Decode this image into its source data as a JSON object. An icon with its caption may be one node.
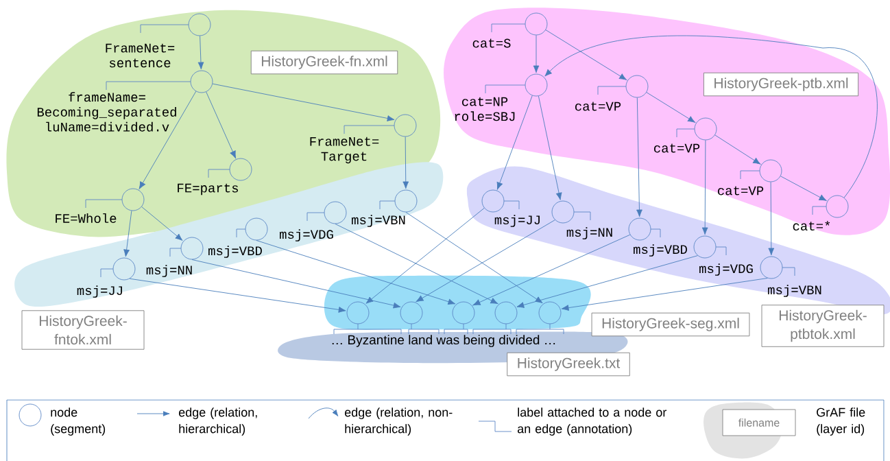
{
  "diagram": {
    "nodes": [
      {
        "text": [],
        "shape": "cloud"
      },
      {
        "text": [],
        "shape": "cloud"
      },
      {
        "text": [],
        "shape": "cloud"
      },
      {
        "text": [],
        "shape": "cloud"
      },
      {
        "text": [],
        "shape": "cloud"
      },
      {
        "text": [],
        "shape": "cloud"
      },
      {
        "text": [],
        "shape": "circle",
        "in": 0,
        "beside": [
          "FrameNet= sentence"
        ]
      },
      {
        "text": [],
        "shape": "circle",
        "in": 0,
        "beside": [
          "frameName= Becoming_separated luName=divided.v"
        ]
      },
      {
        "text": [],
        "shape": "circle",
        "in": 0,
        "beside": [
          "FrameNet= Target"
        ]
      },
      {
        "text": [],
        "shape": "circle",
        "in": 0,
        "beside": [
          "FE=parts"
        ]
      },
      {
        "text": [],
        "shape": "circle",
        "in": 0,
        "beside": [
          "FE=Whole"
        ]
      },
      {
        "text": [
          "HistoryGreek-fn.xml"
        ],
        "in": 0
      },
      {
        "text": [],
        "shape": "circle",
        "in": 1,
        "beside": [
          "cat=S"
        ]
      },
      {
        "text": [],
        "shape": "circle",
        "in": 1,
        "beside": [
          "cat=NP role=SBJ"
        ]
      },
      {
        "text": [],
        "shape": "circle",
        "in": 1,
        "beside": [
          "cat=VP"
        ]
      },
      {
        "text": [],
        "shape": "circle",
        "in": 1,
        "beside": [
          "cat=VP"
        ]
      },
      {
        "text": [],
        "shape": "circle",
        "in": 1,
        "beside": [
          "cat=VP"
        ]
      },
      {
        "text": [],
        "shape": "circle",
        "in": 1,
        "beside": [
          "cat=*"
        ]
      },
      {
        "text": [
          "HistoryGreek-ptb.xml"
        ],
        "in": 1
      },
      {
        "text": [],
        "shape": "circle",
        "in": 2,
        "beside": [
          "msj=VBN"
        ]
      },
      {
        "text": [],
        "shape": "circle",
        "in": 2,
        "beside": [
          "msj=VDG"
        ]
      },
      {
        "text": [],
        "shape": "circle",
        "in": 2,
        "beside": [
          "msj=VBD"
        ]
      },
      {
        "text": [],
        "shape": "circle",
        "in": 2,
        "beside": [
          "msj=NN"
        ]
      },
      {
        "text": [],
        "shape": "circle",
        "in": 2,
        "beside": [
          "msj=JJ"
        ]
      },
      {
        "text": [
          "HistoryGreek-fntok.xml"
        ]
      },
      {
        "text": [],
        "shape": "circle",
        "in": 3,
        "beside": [
          "msj=JJ"
        ]
      },
      {
        "text": [],
        "shape": "circle",
        "in": 3,
        "beside": [
          "msj=NN"
        ]
      },
      {
        "text": [],
        "shape": "circle",
        "in": 3,
        "beside": [
          "msj=VBD"
        ]
      },
      {
        "text": [],
        "shape": "circle",
        "in": 3,
        "beside": [
          "msj=VDG"
        ]
      },
      {
        "text": [],
        "shape": "circle",
        "in": 3,
        "beside": [
          "msj=VBN"
        ]
      },
      {
        "text": [
          "HistoryGreek-ptbtok.xml"
        ]
      },
      {
        "text": [],
        "shape": "circle",
        "in": 4
      },
      {
        "text": [],
        "shape": "circle",
        "in": 4
      },
      {
        "text": [],
        "shape": "circle",
        "in": 4
      },
      {
        "text": [],
        "shape": "circle",
        "in": 4
      },
      {
        "text": [],
        "shape": "circle",
        "in": 4
      },
      {
        "text": [
          "HistoryGreek-seg.xml"
        ]
      },
      {
        "text": [
          "… Byzantine land was being divided …"
        ],
        "in": 5
      },
      {
        "text": [
          "HistoryGreek.txt"
        ]
      }
    ],
    "edges": [
      {
        "from": 6,
        "to": 7,
        "arrow": "to"
      },
      {
        "from": 7,
        "to": 10,
        "arrow": "to"
      },
      {
        "from": 7,
        "to": 9,
        "arrow": "to"
      },
      {
        "from": 7,
        "to": 8,
        "arrow": "to"
      },
      {
        "from": 8,
        "to": 19,
        "arrow": "to"
      },
      {
        "from": 10,
        "to": 23,
        "arrow": "to"
      },
      {
        "from": 10,
        "to": 22,
        "arrow": "to"
      },
      {
        "from": 12,
        "to": 13,
        "arrow": "to"
      },
      {
        "from": 12,
        "to": 14,
        "arrow": "to"
      },
      {
        "from": 14,
        "to": 15,
        "arrow": "to"
      },
      {
        "from": 15,
        "to": 16,
        "arrow": "to"
      },
      {
        "from": 16,
        "to": 17,
        "arrow": "to"
      },
      {
        "from": 17,
        "to": 13,
        "arrow": "to"
      },
      {
        "from": 13,
        "to": 25,
        "arrow": "to"
      },
      {
        "from": 13,
        "to": 26,
        "arrow": "to"
      },
      {
        "from": 14,
        "to": 27,
        "arrow": "to"
      },
      {
        "from": 15,
        "to": 28,
        "arrow": "to"
      },
      {
        "from": 16,
        "to": 29,
        "arrow": "to"
      },
      {
        "from": 23,
        "to": 31,
        "arrow": "to"
      },
      {
        "from": 22,
        "to": 32,
        "arrow": "to"
      },
      {
        "from": 21,
        "to": 33,
        "arrow": "to"
      },
      {
        "from": 20,
        "to": 34,
        "arrow": "to"
      },
      {
        "from": 19,
        "to": 35,
        "arrow": "to"
      },
      {
        "from": 25,
        "to": 31,
        "arrow": "to"
      },
      {
        "from": 26,
        "to": 32,
        "arrow": "to"
      },
      {
        "from": 27,
        "to": 33,
        "arrow": "to"
      },
      {
        "from": 28,
        "to": 34,
        "arrow": "to"
      },
      {
        "from": 29,
        "to": 35,
        "arrow": "to"
      }
    ],
    "labels": [
      "filename"
    ],
    "legend": [
      {
        "text": "node (segment)"
      },
      {
        "text": "edge (relation, hierarchical)"
      },
      {
        "text": "edge (relation, non-hierarchical)"
      },
      {
        "text": "label attached to a node or an edge (annotation)"
      },
      {
        "text": "GrAF file (layer id)"
      }
    ]
  }
}
